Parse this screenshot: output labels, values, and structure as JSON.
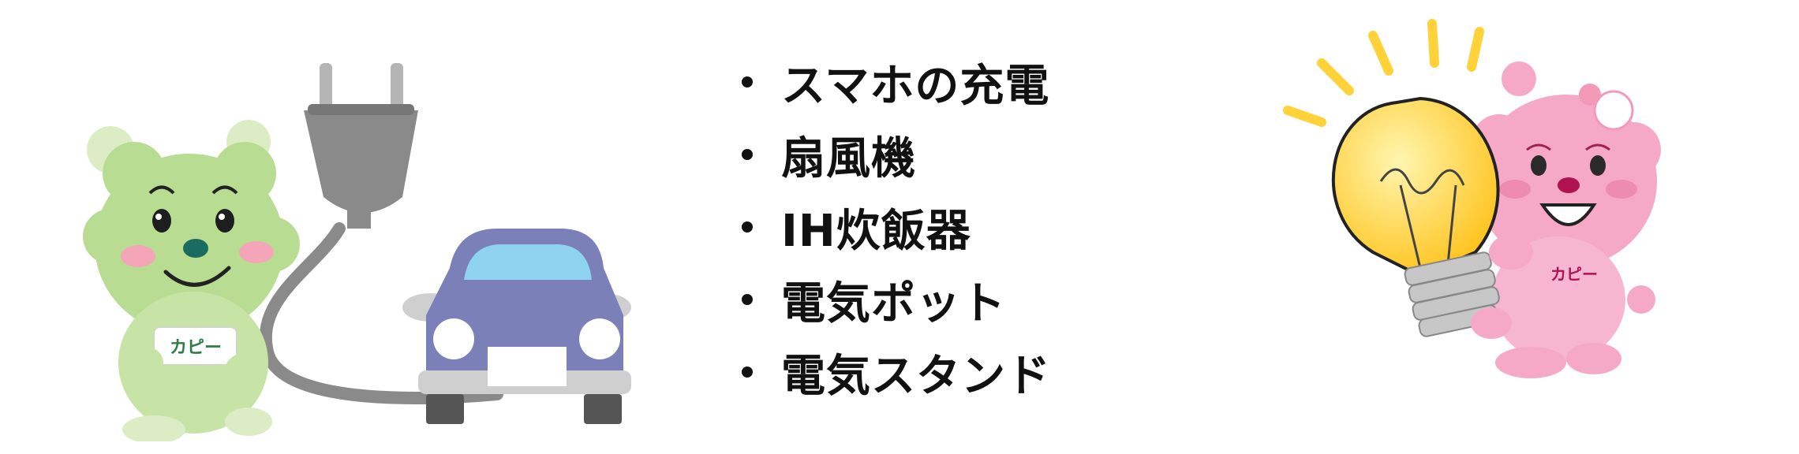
{
  "appliance_list": {
    "items": [
      {
        "label": "スマホの充電"
      },
      {
        "label": "扇風機"
      },
      {
        "label": "IH炊飯器"
      },
      {
        "label": "電気ポット"
      },
      {
        "label": "電気スタンド"
      }
    ]
  },
  "left_illustration": {
    "mascot_badge_text": "カピー",
    "icons": [
      "green-mascot",
      "power-plug-icon",
      "car-icon"
    ]
  },
  "right_illustration": {
    "mascot_badge_text": "カピー",
    "icons": [
      "pink-mascot",
      "light-bulb-icon"
    ]
  },
  "colors": {
    "green_mascot": "#b9dc93",
    "pink_mascot": "#f5a9c6",
    "car_body": "#7b80b8",
    "car_window": "#8fd3f0",
    "plug": "#8a8a8a",
    "bulb": "#ffd23a",
    "text": "#111111"
  }
}
